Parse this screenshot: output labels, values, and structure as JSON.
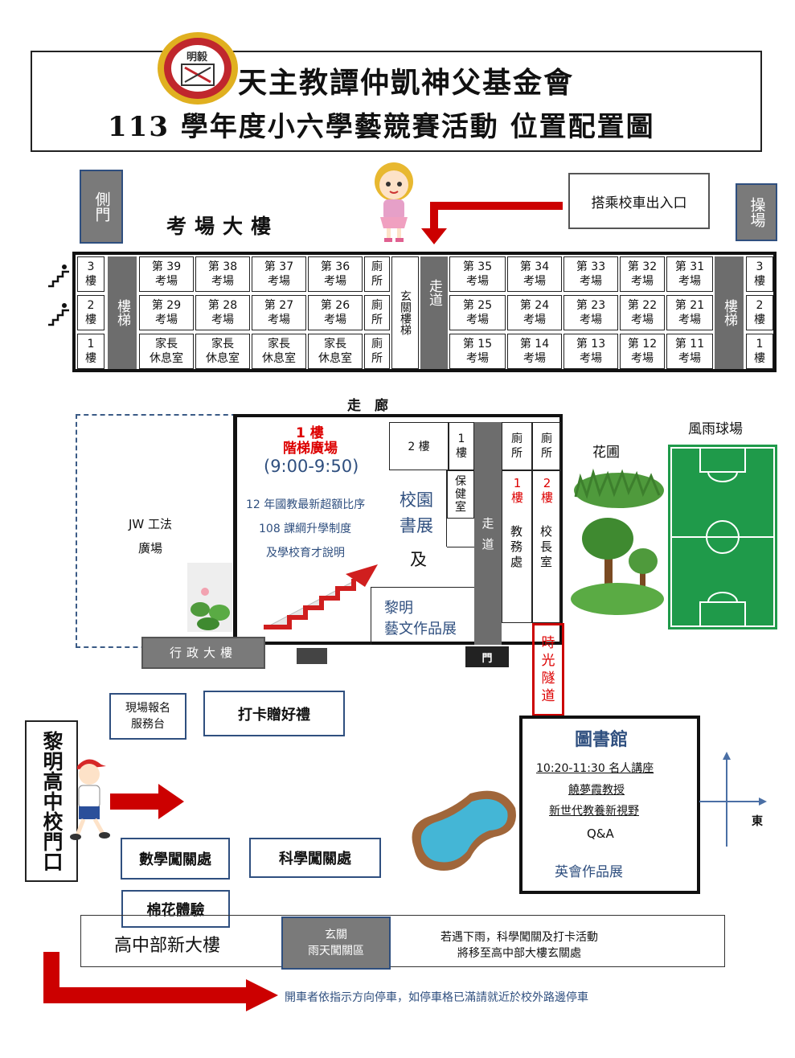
{
  "header": {
    "logo_text": "明毅",
    "org": "天主教譚仲凱神父基金會",
    "title": "113 學年度小六學藝競賽活動  位置配置圖"
  },
  "top": {
    "side_gate": "側門",
    "bus_entrance": "搭乘校車出入口",
    "playground": "操場",
    "exam_building": "考場大樓"
  },
  "grid": {
    "floors_left": [
      "3樓",
      "2樓",
      "1樓"
    ],
    "floors_right": [
      "3樓",
      "2樓",
      "1樓"
    ],
    "stairs": "樓梯",
    "west": [
      [
        "第 39\n考場",
        "第 38\n考場",
        "第 37\n考場",
        "第 36\n考場"
      ],
      [
        "第 29\n考場",
        "第 28\n考場",
        "第 27\n考場",
        "第 26\n考場"
      ],
      [
        "家長\n休息室",
        "家長\n休息室",
        "家長\n休息室",
        "家長\n休息室"
      ]
    ],
    "toilet": "廁所",
    "lobby_stairs": "玄關樓梯",
    "walkway": "走道",
    "east": [
      [
        "第 35\n考場",
        "第 34\n考場",
        "第 33\n考場",
        "第 32\n考場",
        "第 31\n考場"
      ],
      [
        "第 25\n考場",
        "第 24\n考場",
        "第 23\n考場",
        "第 22\n考場",
        "第 21\n考場"
      ],
      [
        "第 15\n考場",
        "第 14\n考場",
        "第 13\n考場",
        "第 12\n考場",
        "第 11\n考場"
      ]
    ]
  },
  "middle": {
    "corridor": "走　廊",
    "jw_plaza": "JW 工法\n廣場",
    "stair_plaza_floor": "1 樓",
    "stair_plaza": "階梯廣場",
    "time": "(9:00-9:50)",
    "talk1": "12 年國教最新超額比序",
    "talk2": "108 課綱升學制度",
    "talk3": "及學校育才說明",
    "floor2": "2 樓",
    "floor1": "1\n樓",
    "health": "保\n健\n室",
    "book_fair": "校園\n書展",
    "and": "及",
    "art_expo": "黎明\n藝文作品展",
    "walkway": "走\n道",
    "toilet": "廁\n所",
    "academic_floor": "1\n樓",
    "academic": "教\n務\n處",
    "principal_floor": "2\n樓",
    "principal": "校\n長\n室",
    "admin_building": "行政大樓",
    "gate": "門",
    "time_tunnel": "時\n光\n隧\n道",
    "garden": "花圃",
    "ball_field": "風雨球場"
  },
  "bottom": {
    "registration": "現場報名\n服務台",
    "checkin": "打卡贈好禮",
    "school_gate": "黎明高中校門口",
    "math": "數學闖關處",
    "science": "科學闖關處",
    "cotton": "棉花體驗",
    "hs_building": "高中部新大樓",
    "rain_area": "玄關\n雨天闖關區",
    "rain_note": "若遇下雨，科學闖關及打卡活動\n將移至高中部大樓玄關處",
    "parking_note": "開車者依指示方向停車，如停車格已滿請就近於校外路邊停車",
    "east": "東"
  },
  "library": {
    "title": "圖書館",
    "lecture": "10:20-11:30 名人講座",
    "speaker": "饒夢霞教授",
    "topic": "新世代教養新視野",
    "qa": "Q&A",
    "english": "英會作品展"
  },
  "colors": {
    "accent_red": "#cc0000",
    "gray": "#6d6d6d",
    "navy": "#2f4f7f"
  }
}
